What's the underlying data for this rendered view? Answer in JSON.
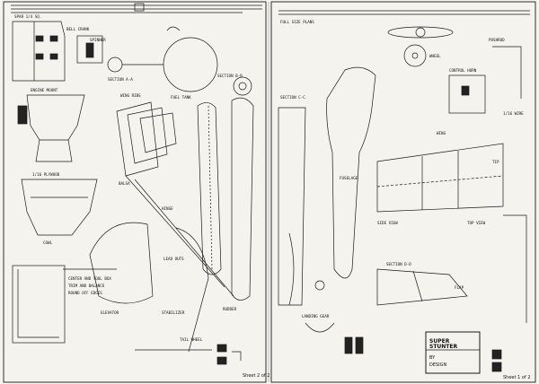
{
  "sheet_left": {
    "sheet_number": "Sheet 2 of 2",
    "labels": {
      "top_spar": "SPAR 1/4 SQ.",
      "bell_crank": "BELL CRANK",
      "fuel_tank": "FUEL TANK",
      "wing_ribs": "WING RIBS",
      "section_a": "SECTION A-A",
      "section_b": "SECTION B-B",
      "hinge": "HINGE",
      "elevator": "ELEVATOR",
      "stabilizer": "STABILIZER",
      "engine_mount": "ENGINE MOUNT",
      "lead_outs": "LEAD OUTS",
      "plywood": "1/16 PLYWOOD",
      "balsa": "BALSA",
      "cowl": "COWL",
      "spinner": "SPINNER",
      "tail_wheel": "TAIL WHEEL",
      "rudder": "RUDDER"
    },
    "notes": [
      "CENTER AND TOOL BOX",
      "TRIM AND BALANCE",
      "ROUND OFF EDGES"
    ]
  },
  "sheet_right": {
    "sheet_number": "Sheet 1 of 2",
    "labels": {
      "full_size": "FULL SIZE PLANS",
      "fuselage": "FUSELAGE",
      "wing": "WING",
      "landing_gear": "LANDING GEAR",
      "control_horn": "CONTROL HORN",
      "pushrod": "PUSHROD",
      "wheel": "WHEEL",
      "section_c": "SECTION C-C",
      "section_d": "SECTION D-D",
      "top_view": "TOP VIEW",
      "side_view": "SIDE VIEW",
      "wire": "1/16 WIRE",
      "flap": "FLAP",
      "tip": "TIP"
    },
    "title_block": {
      "line1": "SUPER",
      "line2": "STUNTER",
      "line3": "BY",
      "line4": "DESIGN"
    }
  }
}
